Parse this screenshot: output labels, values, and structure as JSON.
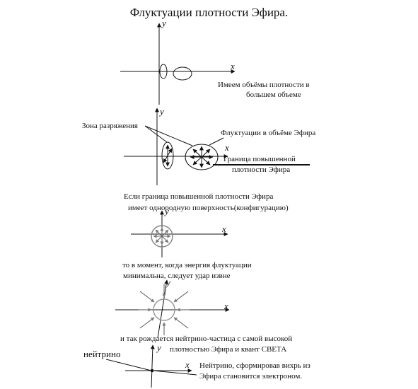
{
  "title": "Флуктуации плотности Эфира.",
  "axis": {
    "x": "x",
    "y": "y"
  },
  "stage1": {
    "caption_line1": "Имеем объёмы плотности в",
    "caption_line2": "большем объеме"
  },
  "stage2": {
    "rarefaction_zone": "Зона разряжения",
    "fluctuations": "Флуктуации в объёме Эфира",
    "boundary_line1": "Граница повышенной",
    "boundary_line2": "плотности Эфира"
  },
  "stage3": {
    "caption_line1": "Если граница повышенной плотности Эфира",
    "caption_line2": "имеет однородную поверхность(конфигурацию)"
  },
  "stage4": {
    "caption_line1": "то в момент, когда энергия флуктуации",
    "caption_line2": "минимальна, следует удар извне"
  },
  "stage5": {
    "caption_line1": "и так рождается нейтрино-частица с самой высокой",
    "caption_line2": "плотностью Эфира и квант СВЕТА"
  },
  "stage6": {
    "neutrino": "нейтрино",
    "caption_line1": "Нейтрино, сформировав вихрь из",
    "caption_line2": "Эфира становится электроном."
  }
}
